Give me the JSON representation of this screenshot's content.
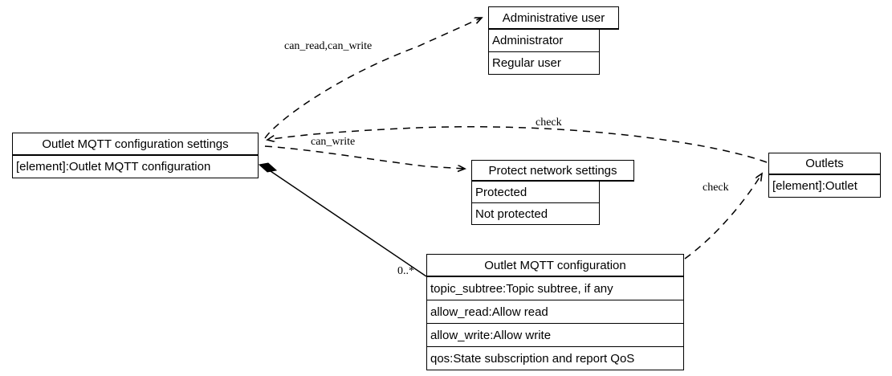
{
  "diagram": {
    "type": "uml-class-diagram",
    "background": "#ffffff",
    "line_color": "#000000",
    "nodes": [
      {
        "id": "outlet-mqtt-configuration-settings",
        "title": "Outlet MQTT configuration settings",
        "attributes": [
          "[element]:Outlet MQTT configuration"
        ]
      },
      {
        "id": "administrative-user",
        "title": "Administrative user",
        "attributes": [
          "Administrator",
          "Regular user"
        ]
      },
      {
        "id": "protect-network-settings",
        "title": "Protect network settings",
        "attributes": [
          "Protected",
          "Not protected"
        ]
      },
      {
        "id": "outlets",
        "title": "Outlets",
        "attributes": [
          "[element]:Outlet"
        ]
      },
      {
        "id": "outlet-mqtt-configuration",
        "title": "Outlet MQTT configuration",
        "attributes": [
          "topic_subtree:Topic subtree, if any",
          "allow_read:Allow read",
          "allow_write:Allow write",
          "qos:State subscription and report QoS"
        ]
      }
    ],
    "edges": [
      {
        "id": "edge-can-read-can-write",
        "from": "outlet-mqtt-configuration-settings",
        "to": "administrative-user",
        "label": "can_read,can_write",
        "style": "dashed",
        "arrow": "open"
      },
      {
        "id": "edge-can-write",
        "from": "outlet-mqtt-configuration-settings",
        "to": "protect-network-settings",
        "label": "can_write",
        "style": "dashed",
        "arrow": "open"
      },
      {
        "id": "edge-check-settings",
        "from": "outlets",
        "to": "outlet-mqtt-configuration-settings",
        "label": "check",
        "style": "dashed",
        "arrow": "open"
      },
      {
        "id": "edge-check-config",
        "from": "outlet-mqtt-configuration",
        "to": "outlets",
        "label": "check",
        "style": "dashed",
        "arrow": "open"
      },
      {
        "id": "edge-composition",
        "from": "outlet-mqtt-configuration-settings",
        "to": "outlet-mqtt-configuration",
        "label": "",
        "multiplicity": "0..*",
        "style": "solid",
        "arrow": "filled-diamond"
      }
    ]
  }
}
